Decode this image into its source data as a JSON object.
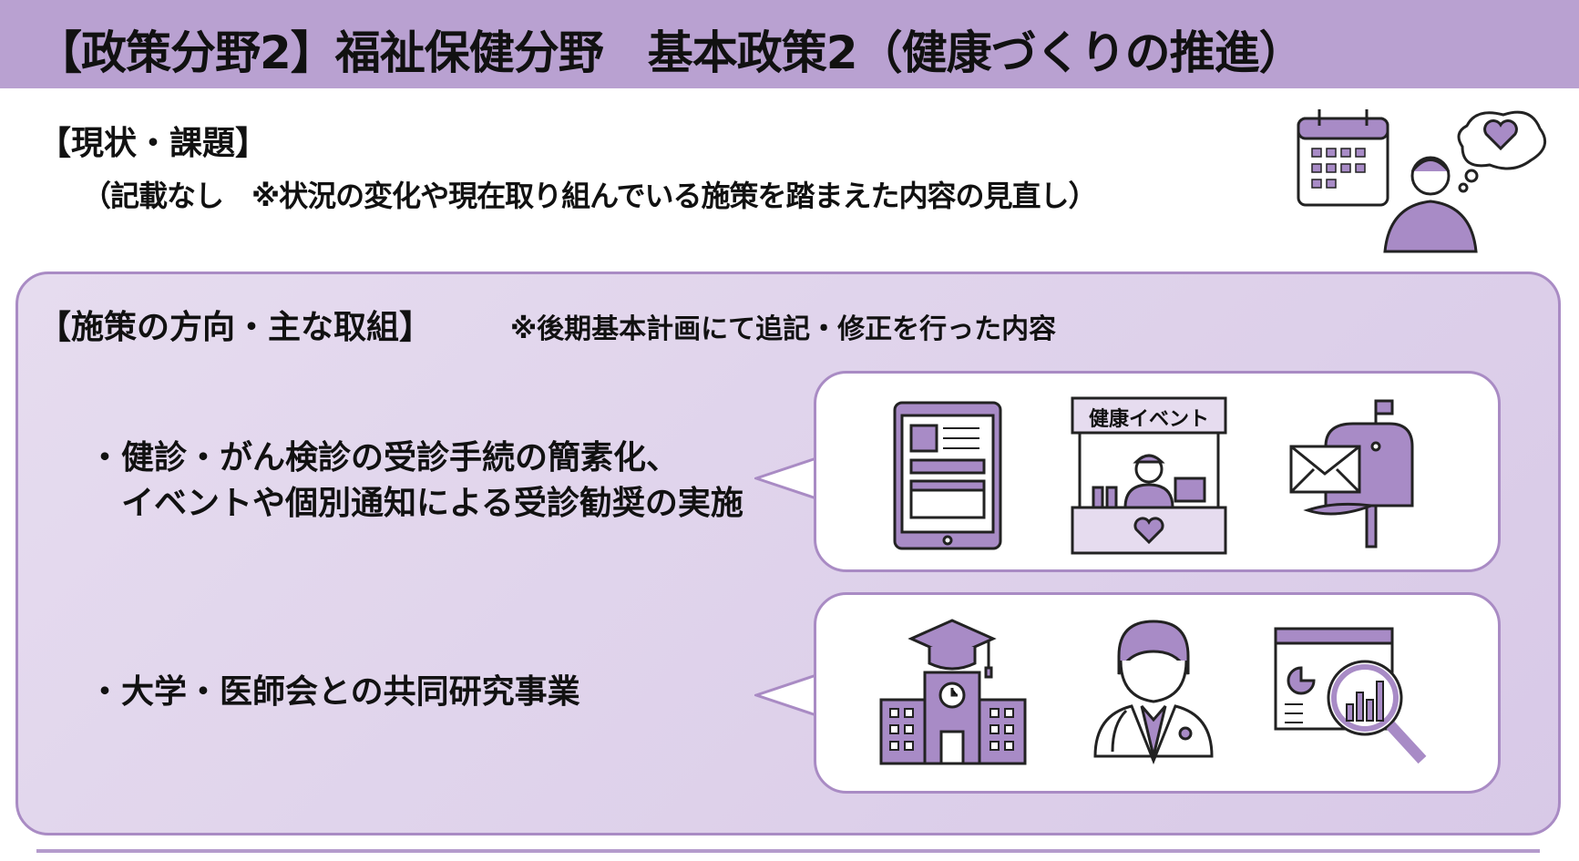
{
  "header": {
    "title": "【政策分野2】福祉保健分野　基本政策2（健康づくりの推進）"
  },
  "status": {
    "heading": "【現状・課題】",
    "text": "（記載なし　※状況の変化や現在取り組んでいる施策を踏まえた内容の見直し）"
  },
  "measures": {
    "heading": "【施策の方向・主な取組】",
    "note": "※後期基本計画にて追記・修正を行った内容",
    "items": [
      {
        "lines": [
          "・健診・がん検診の受診手続の簡素化、",
          "　イベントや個別通知による受診勧奨の実施"
        ],
        "icons": [
          "tablet-form-icon",
          "health-event-booth-icon",
          "mailbox-icon"
        ]
      },
      {
        "lines": [
          "・大学・医師会との共同研究事業"
        ],
        "icons": [
          "university-icon",
          "doctor-icon",
          "data-analysis-icon"
        ]
      }
    ],
    "booth_sign": "健康イベント"
  },
  "colors": {
    "accent": "#b9a1d1",
    "panel": "#ddd0ea",
    "border": "#a98bc4",
    "icon": "#a88bc6"
  }
}
